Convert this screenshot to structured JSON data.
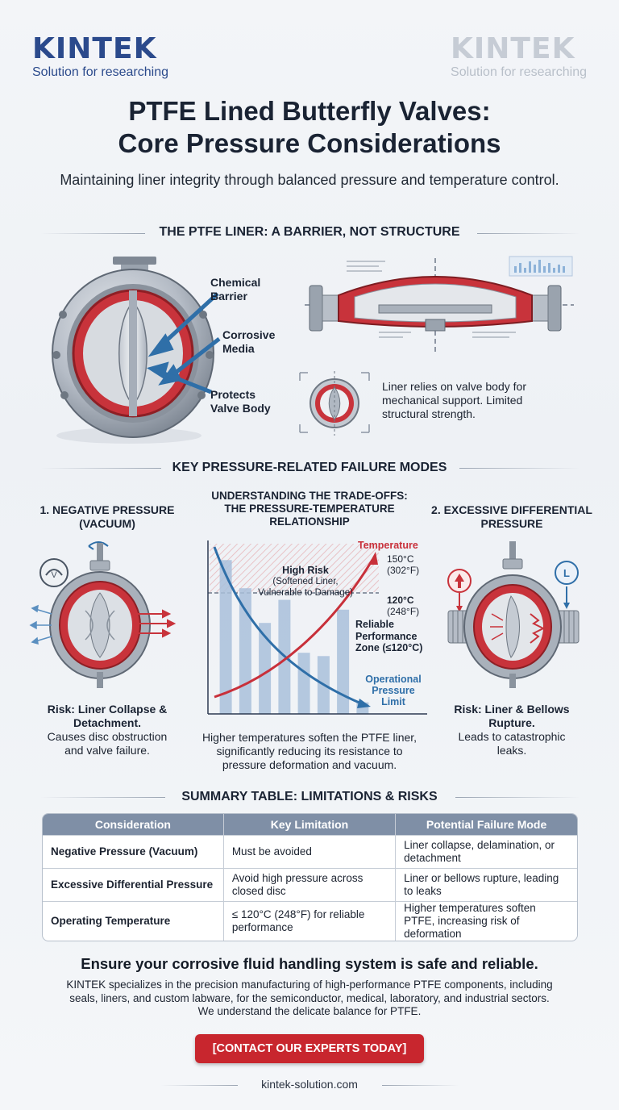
{
  "brand": {
    "name": "KINTEK",
    "tagline": "Solution for researching"
  },
  "header": {
    "title_line1": "PTFE Lined Butterfly Valves:",
    "title_line2": "Core Pressure Considerations",
    "subtitle": "Maintaining liner integrity through balanced pressure and temperature control."
  },
  "section1": {
    "heading": "THE PTFE LINER: A BARRIER, NOT STRUCTURE",
    "callouts": [
      "Chemical Barrier",
      "Corrosive Media",
      "Protects Valve Body"
    ],
    "callout_lines": [
      [
        "Chemical",
        "Barrier"
      ],
      [
        "Corrosive",
        "Media"
      ],
      [
        "Protects",
        "Valve Body"
      ]
    ],
    "support_note": "Liner relies on valve body for mechanical support. Limited structural strength."
  },
  "section2": {
    "heading": "KEY PRESSURE-RELATED FAILURE MODES",
    "left": {
      "title_line1": "1. NEGATIVE PRESSURE",
      "title_line2": "(VACUUM)",
      "risk": "Risk: Liner Collapse & Detachment.",
      "risk_line1": "Risk: Liner Collapse &",
      "risk_line2": "Detachment.",
      "effect_line1": "Causes disc obstruction",
      "effect_line2": "and valve failure."
    },
    "center": {
      "title_line1": "UNDERSTANDING THE TRADE-OFFS:",
      "title_line2": "THE PRESSURE-TEMPERATURE",
      "title_line3": "RELATIONSHIP",
      "caption_line1": "Higher temperatures soften the PTFE liner,",
      "caption_line2": "significantly reducing its resistance to",
      "caption_line3": "pressure deformation and vacuum."
    },
    "right": {
      "title_line1": "2. EXCESSIVE DIFFERENTIAL",
      "title_line2": "PRESSURE",
      "risk_line1": "Risk: Liner & Bellows",
      "risk_line2": "Rupture.",
      "effect_line1": "Leads to catastrophic",
      "effect_line2": "leaks."
    }
  },
  "chart_data": {
    "type": "bar",
    "series": [
      {
        "name": "Temperature",
        "color": "#c8303a"
      },
      {
        "name": "Operational Pressure Limit",
        "color": "#2f6fa8"
      }
    ],
    "bar_values": [
      0.93,
      0.76,
      0.55,
      0.69,
      0.37,
      0.35,
      0.63,
      0.07
    ],
    "annotations": {
      "high_risk_title": "High Risk",
      "high_risk_note_line1": "(Softened Liner,",
      "high_risk_note_line2": "Vulnerable to Damage)",
      "temp_150_line1": "150°C",
      "temp_150_line2": "(302°F)",
      "temp_120_line1": "120°C",
      "temp_120_line2": "(248°F)",
      "reliable_line1": "Reliable",
      "reliable_line2": "Performance",
      "reliable_line3": "Zone (≤120°C)",
      "temperature_label": "Temperature",
      "pressure_line1": "Operational",
      "pressure_line2": "Pressure",
      "pressure_line3": "Limit"
    }
  },
  "section3": {
    "heading": "SUMMARY TABLE: LIMITATIONS & RISKS",
    "columns": [
      "Consideration",
      "Key Limitation",
      "Potential Failure Mode"
    ],
    "rows": [
      [
        "Negative Pressure (Vacuum)",
        "Must be avoided",
        "Liner collapse, delamination, or detachment"
      ],
      [
        "Excessive Differential Pressure",
        "Avoid high pressure across closed disc",
        "Liner or bellows rupture, leading to leaks"
      ],
      [
        "Operating Temperature",
        "≤ 120°C (248°F) for reliable performance",
        "Higher temperatures soften PTFE, increasing risk of deformation"
      ]
    ]
  },
  "cta": {
    "heading": "Ensure your corrosive fluid handling system is safe and reliable.",
    "body": "KINTEK specializes in the precision manufacturing of high-performance PTFE components, including seals, liners, and custom labware, for the semiconductor, medical, laboratory, and industrial sectors. We understand the delicate balance for PTFE.",
    "button": "[CONTACT OUR EXPERTS TODAY]",
    "website": "kintek-solution.com"
  },
  "colors": {
    "brand_blue": "#2b4a8c",
    "brand_red": "#c8303a",
    "table_header": "#7f8fa6",
    "button": "#c8262e"
  }
}
